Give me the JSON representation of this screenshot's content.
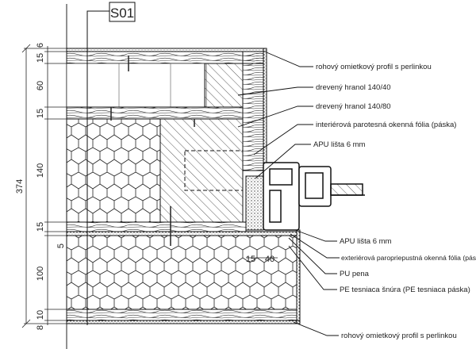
{
  "section_tag": "S01",
  "dimensions": {
    "total": "374",
    "layers": [
      "6",
      "15",
      "60",
      "15",
      "140",
      "15",
      "5",
      "100",
      "10",
      "8"
    ],
    "joint": [
      "15",
      "40"
    ]
  },
  "labels": [
    "rohový omietkový profil s perlinkou",
    "drevený hranol 140/40",
    "drevený hranol 140/80",
    "interiérová parotesná okenná fólia (páska)",
    "APU lišta 6 mm",
    "APU lišta 6 mm",
    "exteriérová paropriepustná okenná fólia (páska)",
    "PU pena",
    "PE tesniaca šnúra (PE tesniaca páska)",
    "rohový omietkový profil s perlinkou"
  ]
}
